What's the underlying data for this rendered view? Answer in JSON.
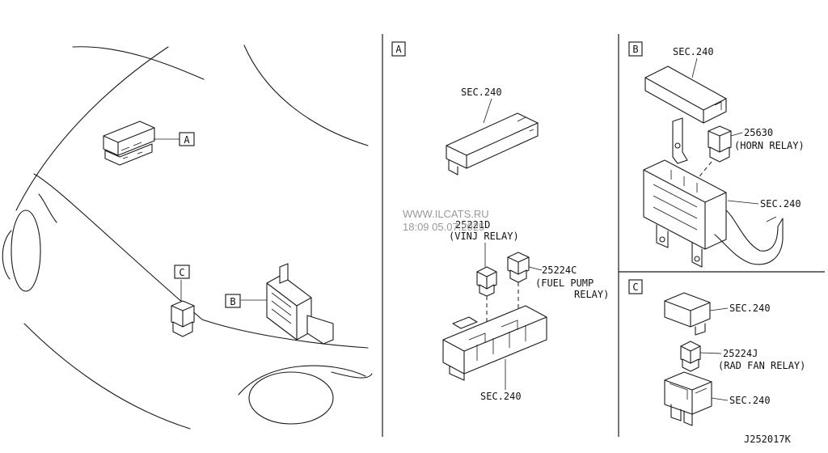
{
  "watermark": {
    "line1": "WWW.ILCATS.RU",
    "line2": "18:09 05.07.2025"
  },
  "main_view": {
    "callouts": [
      "A",
      "B",
      "C"
    ]
  },
  "panel_a": {
    "label": "A",
    "cover": "SEC.240",
    "relay1_part": "25221D",
    "relay1_name": "(VINJ RELAY)",
    "relay2_part": "25224C",
    "relay2_name_1": "(FUEL PUMP",
    "relay2_name_2": "RELAY)",
    "base": "SEC.240"
  },
  "panel_b": {
    "label": "B",
    "cover": "SEC.240",
    "relay_part": "25630",
    "relay_name": "(HORN RELAY)",
    "box": "SEC.240"
  },
  "panel_c": {
    "label": "C",
    "cover": "SEC.240",
    "relay_part": "25224J",
    "relay_name": "(RAD FAN RELAY)",
    "base": "SEC.240"
  },
  "diagram_id": "J252017K"
}
